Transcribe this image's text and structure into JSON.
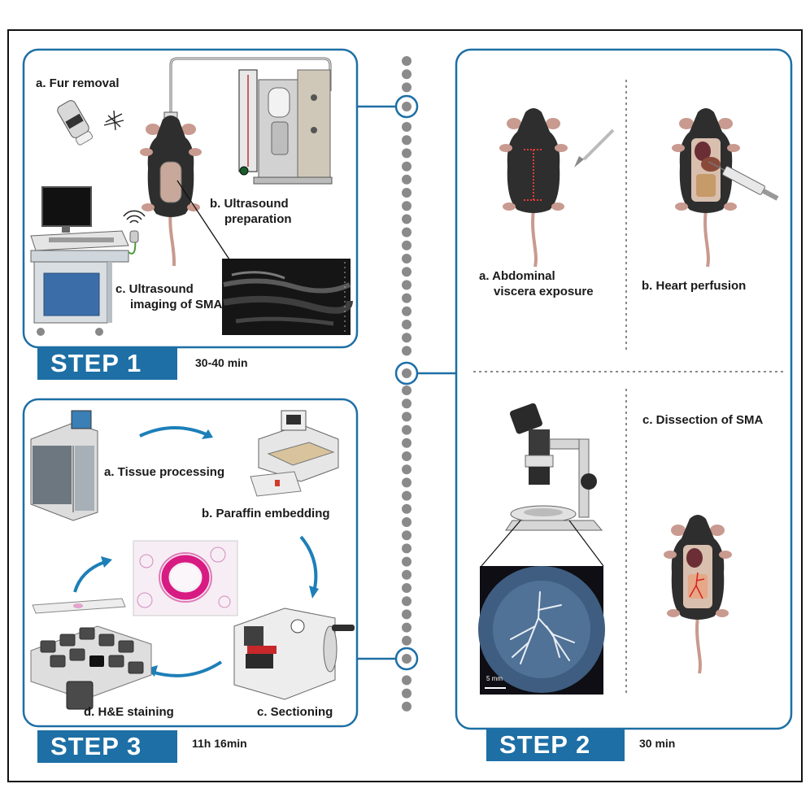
{
  "step1": {
    "tab": "STEP 1",
    "duration": "30-40 min",
    "a": "a. Fur removal",
    "b": [
      "b. Ultrasound",
      "preparation"
    ],
    "c": [
      "c. Ultrasound",
      "imaging of SMA"
    ]
  },
  "step2": {
    "tab": "STEP 2",
    "duration": "30 min",
    "a": [
      "a. Abdominal",
      "viscera exposure"
    ],
    "b": "b. Heart perfusion",
    "c": "c. Dissection of SMA",
    "scale": "5 mm"
  },
  "step3": {
    "tab": "STEP 3",
    "duration": "11h 16min",
    "a": "a. Tissue processing",
    "b": "b. Paraffin embedding",
    "c": "c. Sectioning",
    "d": "d. H&E staining"
  },
  "colors": {
    "accent": "#1d6fa5",
    "dots": "#8a8a8a",
    "frame": "#111111",
    "mouse": "#2e2e2e"
  }
}
